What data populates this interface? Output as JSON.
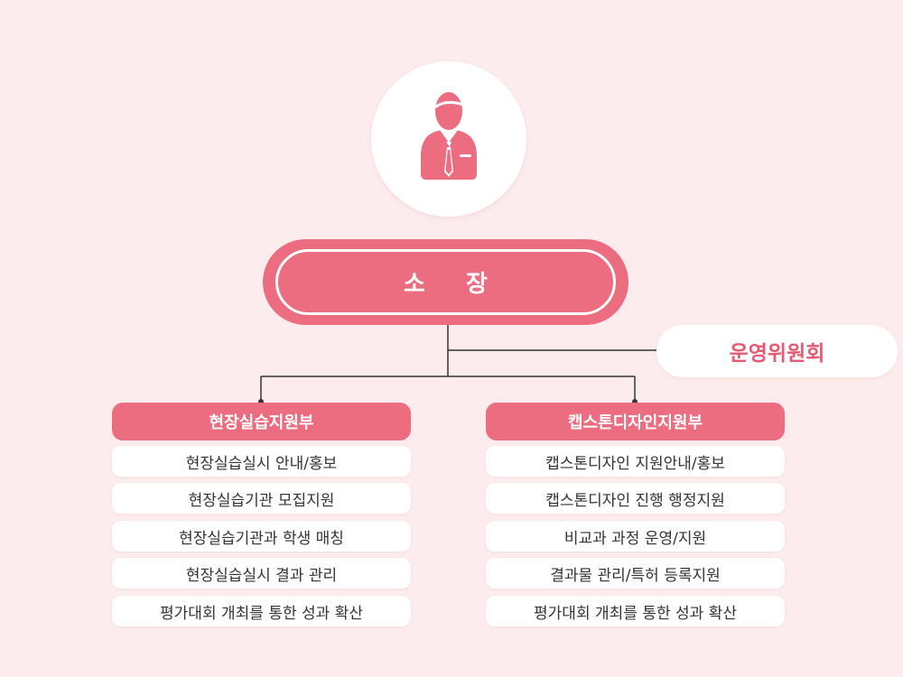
{
  "head": {
    "label": "소 장"
  },
  "committee": {
    "label": "운영위원회"
  },
  "departments": [
    {
      "name": "현장실습지원부",
      "tasks": [
        "현장실습실시 안내/홍보",
        "현장실습기관 모집지원",
        "현장실습기관과 학생 매칭",
        "현장실습실시 결과 관리",
        "평가대회 개최를 통한 성과 확산"
      ]
    },
    {
      "name": "캡스톤디자인지원부",
      "tasks": [
        "캡스톤디자인 지원안내/홍보",
        "캡스톤디자인 진행 행정지원",
        "비교과 과정 운영/지원",
        "결과물 관리/특허 등록지원",
        "평가대회 개최를 통한 성과 확산"
      ]
    }
  ],
  "colors": {
    "accent": "#ec6d80",
    "background": "#fdeced",
    "committee_text": "#e55b72"
  },
  "icons": {
    "director": "person-with-tie-icon"
  }
}
